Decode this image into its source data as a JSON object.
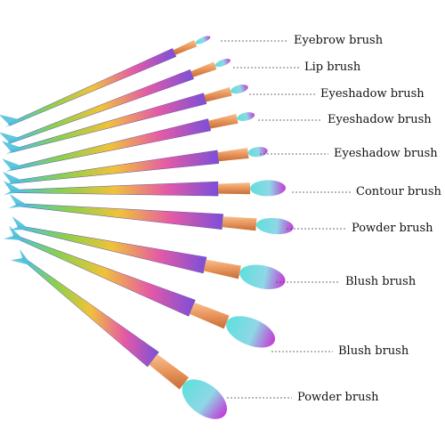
{
  "labels": [
    "Eyebrow brush",
    "Lip brush",
    "Eyeshadow brush",
    "Eyeshadow brush",
    "Eyeshadow brush",
    "Contour brush",
    "Powder brush",
    "Blush brush",
    "Blush brush",
    "Powder brush"
  ],
  "colors": {
    "background": "#ffffff",
    "label_text": "#111111",
    "leader_line": "#444444",
    "ferrule": "#e8945a",
    "bristle_base": "#5fe0dc",
    "bristle_tip": "#c23ad6"
  }
}
